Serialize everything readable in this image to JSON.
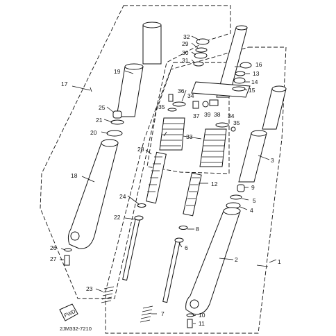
{
  "diagram": {
    "drawing_code": "2JM332-7210",
    "fwd_label": "FWD",
    "callouts": [
      {
        "id": "p1",
        "text": "1"
      },
      {
        "id": "p2",
        "text": "2"
      },
      {
        "id": "p3",
        "text": "3"
      },
      {
        "id": "p4",
        "text": "4"
      },
      {
        "id": "p5",
        "text": "5"
      },
      {
        "id": "p6",
        "text": "6"
      },
      {
        "id": "p7",
        "text": "7"
      },
      {
        "id": "p8",
        "text": "8"
      },
      {
        "id": "p9",
        "text": "9"
      },
      {
        "id": "p10",
        "text": "10"
      },
      {
        "id": "p11",
        "text": "11"
      },
      {
        "id": "p12",
        "text": "12"
      },
      {
        "id": "p13",
        "text": "13"
      },
      {
        "id": "p14",
        "text": "14"
      },
      {
        "id": "p15",
        "text": "15"
      },
      {
        "id": "p16",
        "text": "16"
      },
      {
        "id": "p17",
        "text": "17"
      },
      {
        "id": "p18",
        "text": "18"
      },
      {
        "id": "p19",
        "text": "19"
      },
      {
        "id": "p20",
        "text": "20"
      },
      {
        "id": "p21",
        "text": "21"
      },
      {
        "id": "p22",
        "text": "22"
      },
      {
        "id": "p23",
        "text": "23"
      },
      {
        "id": "p24",
        "text": "24"
      },
      {
        "id": "p25",
        "text": "25"
      },
      {
        "id": "p26",
        "text": "26"
      },
      {
        "id": "p27",
        "text": "27"
      },
      {
        "id": "p28",
        "text": "28"
      },
      {
        "id": "p29",
        "text": "29"
      },
      {
        "id": "p30",
        "text": "30"
      },
      {
        "id": "p31",
        "text": "31"
      },
      {
        "id": "p32",
        "text": "32"
      },
      {
        "id": "p33",
        "text": "33"
      },
      {
        "id": "p34a",
        "text": "34"
      },
      {
        "id": "p34b",
        "text": "34"
      },
      {
        "id": "p35a",
        "text": "35"
      },
      {
        "id": "p35b",
        "text": "35"
      },
      {
        "id": "p36",
        "text": "36"
      },
      {
        "id": "p37",
        "text": "37"
      },
      {
        "id": "p38",
        "text": "38"
      },
      {
        "id": "p39",
        "text": "39"
      }
    ]
  }
}
